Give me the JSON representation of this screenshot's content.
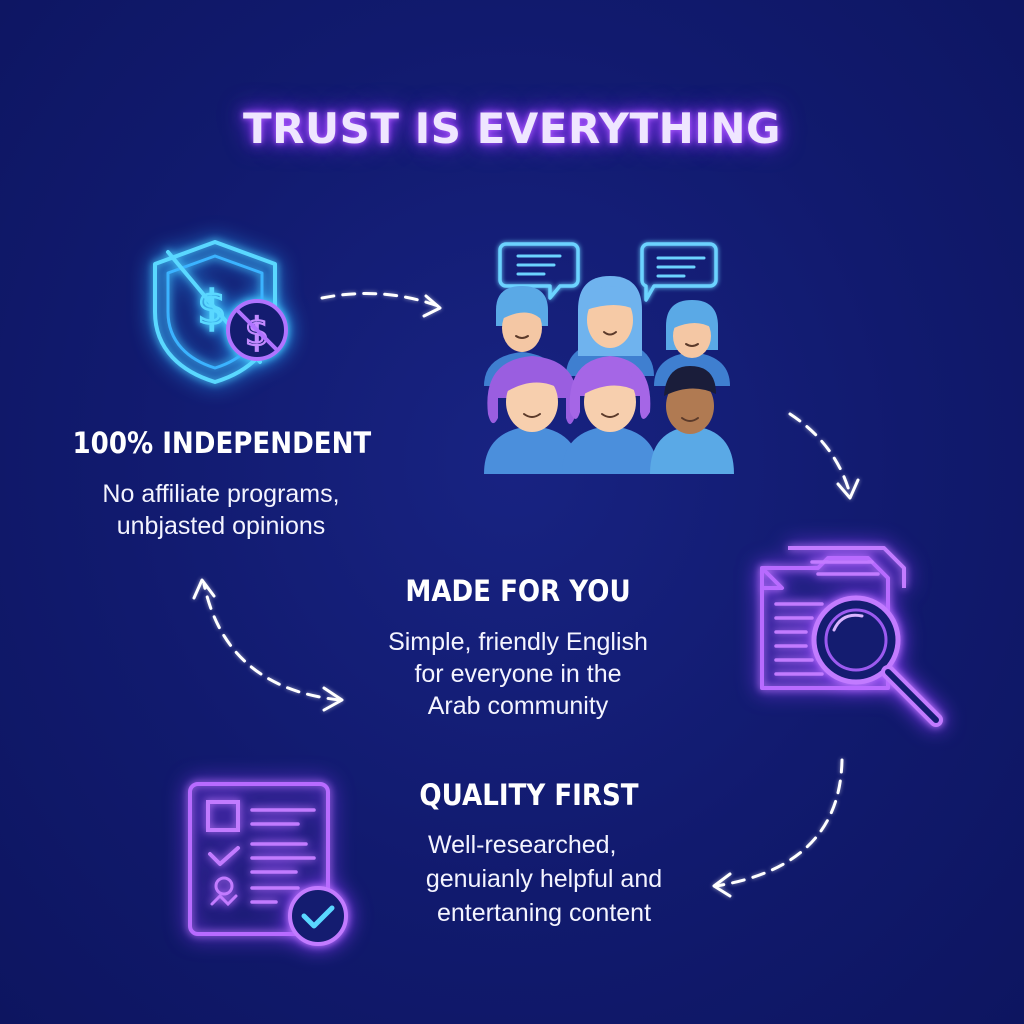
{
  "title": "TRUST IS EVERYTHING",
  "items": [
    {
      "heading": "100% INDEPENDENT",
      "lines": [
        "No affiliate programs,",
        "unbjasted opinions"
      ]
    },
    {
      "heading": "MADE FOR YOU",
      "lines": [
        "Simple, friendly English",
        "for everyone in the",
        "Arab community"
      ]
    },
    {
      "heading": "QUALITY FIRST",
      "lines": [
        "Well-researched,",
        "genuianly helpful and",
        "entertaning content"
      ]
    }
  ],
  "icons": [
    "shield-no-money-icon",
    "community-chat-icon",
    "document-search-icon",
    "checklist-approved-icon"
  ],
  "colors": {
    "background": "#111a6e",
    "title_glow": "#9b3dff",
    "neon_teal": "#4fd7ff",
    "neon_purple": "#b86bff",
    "people_blue": "#5aa9e6",
    "people_purple": "#9a5ee0"
  }
}
